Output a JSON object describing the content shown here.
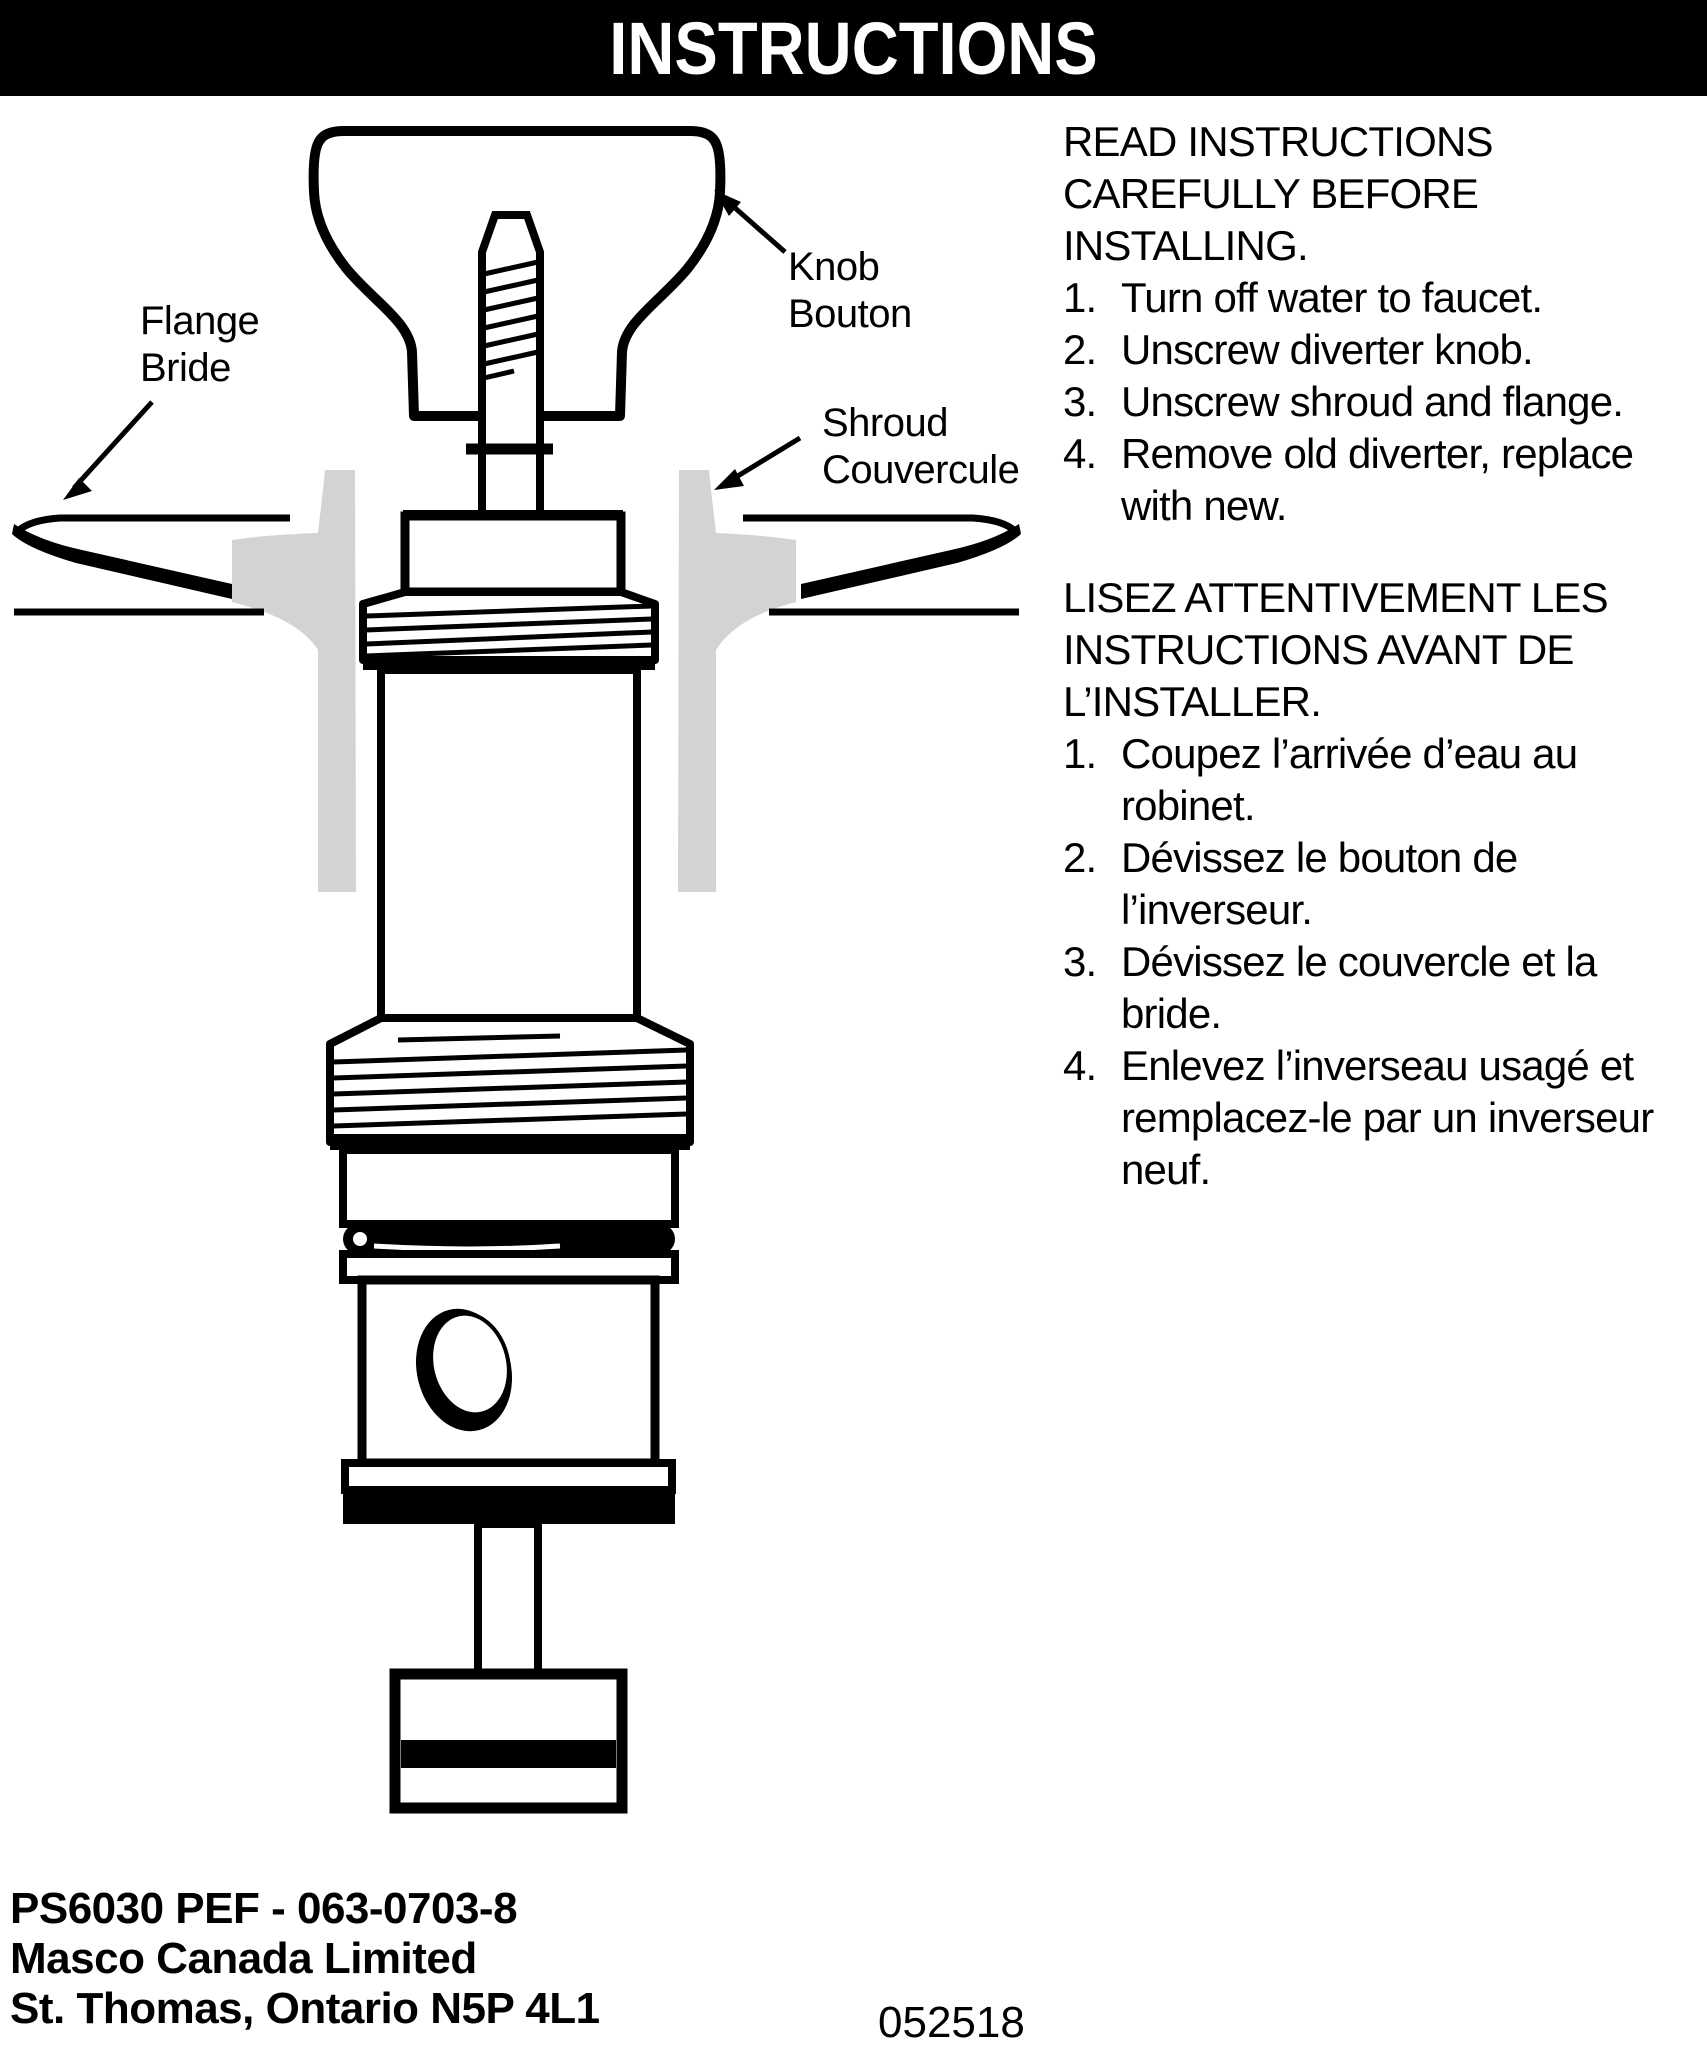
{
  "header": {
    "title": "INSTRUCTIONS"
  },
  "diagram": {
    "labels": {
      "knob": {
        "en": "Knob",
        "fr": "Bouton"
      },
      "flange": {
        "en": "Flange",
        "fr": "Bride"
      },
      "shroud": {
        "en": "Shroud",
        "fr": "Couvercule"
      }
    },
    "icon_names": [
      "knob-arrow-icon",
      "flange-arrow-icon",
      "shroud-arrow-icon"
    ]
  },
  "instructions_en": {
    "heading_lines": [
      "READ INSTRUCTIONS",
      "CAREFULLY BEFORE",
      "INSTALLING."
    ],
    "steps": [
      {
        "num": "1.",
        "lines": [
          "Turn off water to faucet."
        ]
      },
      {
        "num": "2.",
        "lines": [
          "Unscrew diverter knob."
        ]
      },
      {
        "num": "3.",
        "lines": [
          "Unscrew shroud and flange."
        ]
      },
      {
        "num": "4.",
        "lines": [
          "Remove old diverter, replace",
          "with new."
        ]
      }
    ]
  },
  "instructions_fr": {
    "heading_lines": [
      "LISEZ ATTENTIVEMENT LES",
      "INSTRUCTIONS AVANT DE",
      "L’INSTALLER."
    ],
    "steps": [
      {
        "num": "1.",
        "lines": [
          "Coupez l’arrivée d’eau au",
          "robinet."
        ]
      },
      {
        "num": "2.",
        "lines": [
          "Dévissez le bouton de",
          "l’inverseur."
        ]
      },
      {
        "num": "3.",
        "lines": [
          "Dévissez le couvercle et la",
          "bride."
        ]
      },
      {
        "num": "4.",
        "lines": [
          "Enlevez l’inverseau usagé et",
          "remplacez-le par un inverseur",
          "neuf."
        ]
      }
    ]
  },
  "footer": {
    "part_line": "PS6030 PEF - 063-0703-8",
    "company": "Masco Canada Limited",
    "address": "St. Thomas, Ontario  N5P 4L1",
    "doc_number": "052518"
  },
  "colors": {
    "ink": "#000000",
    "paper": "#ffffff",
    "shroud_gray": "#d3d3d3"
  }
}
